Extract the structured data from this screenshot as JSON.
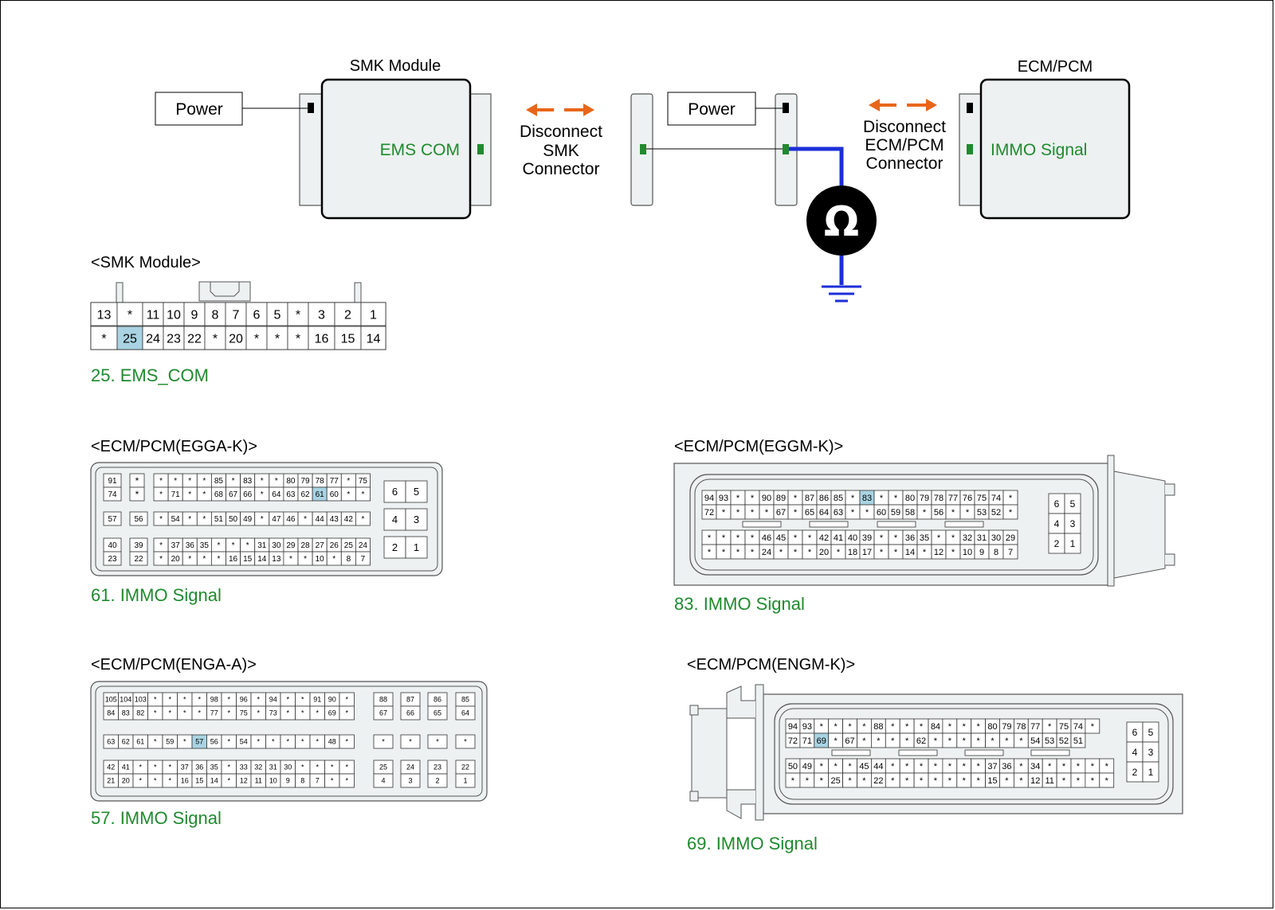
{
  "colors": {
    "green": "#1f8a2e",
    "orange": "#e8661a",
    "blue": "#1d2fd8",
    "connector_fill": "#edf1f1",
    "highlight": "#a9d3e2"
  },
  "circuit": {
    "smk_title": "SMK Module",
    "smk_power": "Power",
    "smk_pin_label": "EMS COM",
    "disconnect_smk": [
      "Disconnect",
      "SMK",
      "Connector"
    ],
    "mid_power": "Power",
    "meter_symbol": "Ω",
    "meter_icon": "ohmmeter-icon",
    "ground_icon": "ground-icon",
    "disconnect_ecm": [
      "Disconnect",
      "ECM/PCM",
      "Connector"
    ],
    "ecm_title": "ECM/PCM",
    "ecm_pin_label": "IMMO Signal"
  },
  "smk_connector": {
    "title": "<SMK Module>",
    "top_row": [
      "13",
      "*",
      "11",
      "10",
      "9",
      "8",
      "7",
      "6",
      "5",
      "*",
      "3",
      "2",
      "1"
    ],
    "bottom_row": [
      "*",
      "25",
      "24",
      "23",
      "22",
      "*",
      "20",
      "*",
      "*",
      "*",
      "16",
      "15",
      "14"
    ],
    "highlight": "25",
    "caption": "25. EMS_COM"
  },
  "egga": {
    "title": "<ECM/PCM(EGGA-K)>",
    "row1": [
      "*",
      "*",
      "*",
      "*",
      "85",
      "*",
      "83",
      "*",
      "*",
      "80",
      "79",
      "78",
      "77",
      "*",
      "75"
    ],
    "row2": [
      "*",
      "71",
      "*",
      "*",
      "68",
      "67",
      "66",
      "*",
      "64",
      "63",
      "62",
      "61",
      "60",
      "*",
      "*"
    ],
    "row3": [
      "*",
      "54",
      "*",
      "*",
      "51",
      "50",
      "49",
      "*",
      "47",
      "46",
      "*",
      "44",
      "43",
      "42",
      "*"
    ],
    "row4": [
      "*",
      "37",
      "36",
      "35",
      "*",
      "*",
      "*",
      "31",
      "30",
      "29",
      "28",
      "27",
      "26",
      "25",
      "24"
    ],
    "row5": [
      "*",
      "20",
      "*",
      "*",
      "*",
      "16",
      "15",
      "14",
      "13",
      "*",
      "*",
      "10",
      "*",
      "8",
      "7"
    ],
    "left_col": [
      "91",
      "74",
      "*",
      "*",
      "57",
      "56",
      "40",
      "39",
      "23",
      "22"
    ],
    "right_block": [
      "6",
      "5",
      "4",
      "3",
      "2",
      "1"
    ],
    "highlight": "61",
    "caption": "61. IMMO Signal"
  },
  "engga": {
    "title": "<ECM/PCM(ENGA-A)>",
    "row1": [
      "105",
      "104",
      "103",
      "*",
      "*",
      "*",
      "*",
      "98",
      "*",
      "96",
      "*",
      "94",
      "*",
      "*",
      "91",
      "90",
      "*"
    ],
    "row2": [
      "84",
      "83",
      "82",
      "*",
      "*",
      "*",
      "*",
      "77",
      "*",
      "75",
      "*",
      "73",
      "*",
      "*",
      "*",
      "69",
      "*"
    ],
    "row3": [
      "63",
      "62",
      "61",
      "*",
      "59",
      "*",
      "57",
      "56",
      "*",
      "54",
      "*",
      "*",
      "*",
      "*",
      "*",
      "48",
      "*"
    ],
    "row4": [
      "42",
      "41",
      "*",
      "*",
      "*",
      "37",
      "36",
      "35",
      "*",
      "33",
      "32",
      "31",
      "30",
      "*",
      "*",
      "*",
      "*"
    ],
    "row5": [
      "21",
      "20",
      "*",
      "*",
      "*",
      "16",
      "15",
      "14",
      "*",
      "12",
      "11",
      "10",
      "9",
      "8",
      "7",
      "*",
      "*"
    ],
    "right_cols": [
      [
        "88",
        "87",
        "86",
        "85"
      ],
      [
        "67",
        "66",
        "65",
        "64"
      ],
      [
        "*",
        "*",
        "*",
        "*"
      ],
      [
        "25",
        "24",
        "23",
        "22"
      ],
      [
        "4",
        "3",
        "2",
        "1"
      ]
    ],
    "highlight": "57",
    "caption": "57. IMMO Signal"
  },
  "eggm": {
    "title": "<ECM/PCM(EGGM-K)>",
    "row1": [
      "94",
      "93",
      "*",
      "*",
      "90",
      "89",
      "*",
      "87",
      "86",
      "85",
      "*",
      "83",
      "*",
      "*",
      "80",
      "79",
      "78",
      "77",
      "76",
      "75",
      "74",
      "*"
    ],
    "row2": [
      "72",
      "*",
      "*",
      "*",
      "*",
      "67",
      "*",
      "65",
      "64",
      "63",
      "*",
      "*",
      "60",
      "59",
      "58",
      "*",
      "56",
      "*",
      "*",
      "53",
      "52",
      "*"
    ],
    "row3": [
      "*",
      "*",
      "*",
      "*",
      "46",
      "45",
      "*",
      "*",
      "42",
      "41",
      "40",
      "39",
      "*",
      "*",
      "36",
      "35",
      "*",
      "*",
      "32",
      "31",
      "30",
      "29"
    ],
    "row4": [
      "*",
      "*",
      "*",
      "*",
      "24",
      "*",
      "*",
      "*",
      "20",
      "*",
      "18",
      "17",
      "*",
      "*",
      "14",
      "*",
      "12",
      "*",
      "10",
      "9",
      "8",
      "7"
    ],
    "right_block": [
      "6",
      "5",
      "4",
      "3",
      "2",
      "1"
    ],
    "highlight": "83",
    "caption": "83. IMMO Signal"
  },
  "engm": {
    "title": "<ECM/PCM(ENGM-K)>",
    "row1": [
      "94",
      "93",
      "*",
      "*",
      "*",
      "*",
      "88",
      "*",
      "*",
      "*",
      "84",
      "*",
      "*",
      "*",
      "80",
      "79",
      "78",
      "77",
      "*",
      "75",
      "74",
      "*"
    ],
    "row2": [
      "72",
      "71",
      "69",
      "*",
      "67",
      "*",
      "*",
      "*",
      "*",
      "62",
      "*",
      "*",
      "*",
      "*",
      "*",
      "*",
      "*",
      "54",
      "53",
      "52",
      "51"
    ],
    "row3": [
      "50",
      "49",
      "*",
      "*",
      "*",
      "45",
      "44",
      "*",
      "*",
      "*",
      "*",
      "*",
      "*",
      "*",
      "37",
      "36",
      "*",
      "34",
      "*",
      "*",
      "*",
      "*",
      "*"
    ],
    "row4": [
      "*",
      "*",
      "*",
      "25",
      "*",
      "*",
      "22",
      "*",
      "*",
      "*",
      "*",
      "*",
      "*",
      "*",
      "15",
      "*",
      "*",
      "12",
      "11",
      "*",
      "*",
      "*",
      "*"
    ],
    "right_block": [
      "6",
      "5",
      "4",
      "3",
      "2",
      "1"
    ],
    "highlight": "69",
    "caption": "69. IMMO Signal"
  }
}
